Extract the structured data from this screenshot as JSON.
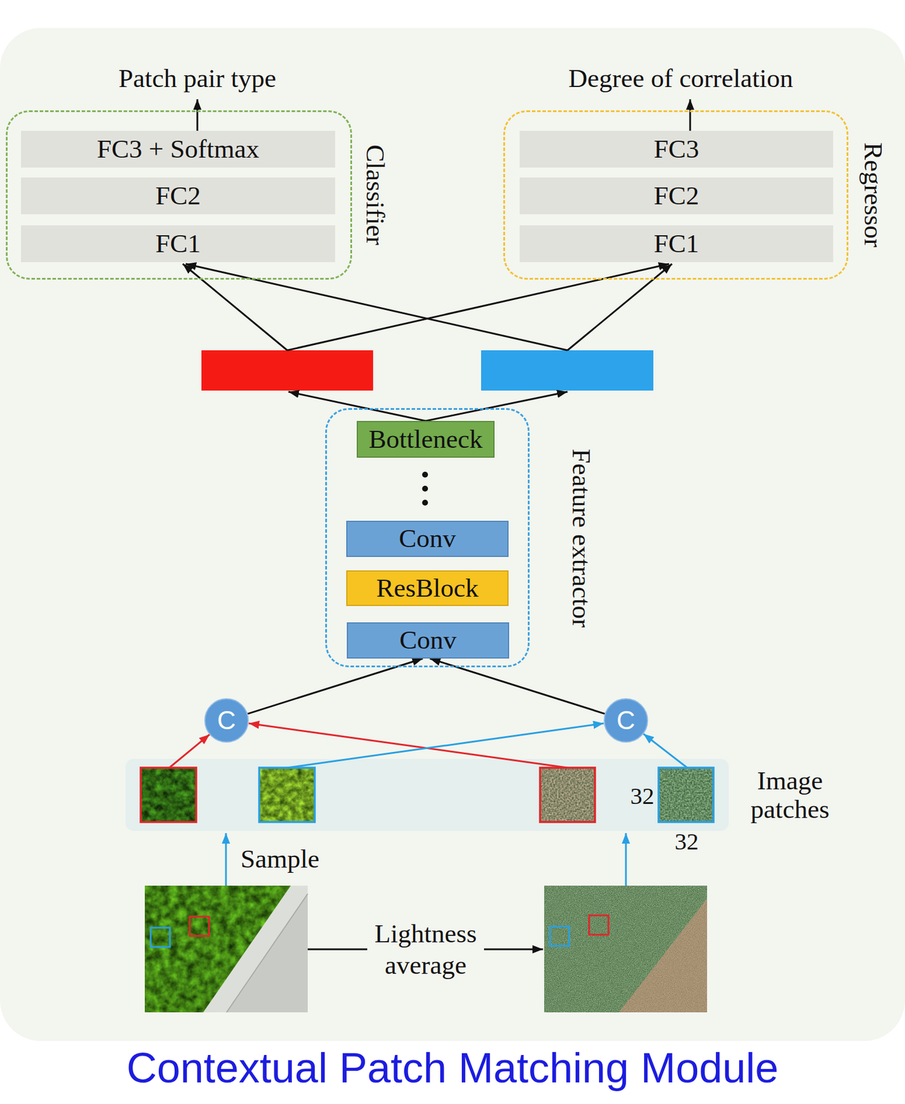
{
  "diagram": {
    "caption": "Contextual Patch Matching Module",
    "nodes": [
      {
        "text": [
          "Classifier"
        ]
      },
      {
        "text": [
          "FC3 + Softmax"
        ],
        "in": 0
      },
      {
        "text": [
          "FC2"
        ],
        "in": 0
      },
      {
        "text": [
          "FC1"
        ],
        "in": 0
      },
      {
        "text": [
          "Regressor"
        ]
      },
      {
        "text": [
          "FC3"
        ],
        "in": 4
      },
      {
        "text": [
          "FC2"
        ],
        "in": 4
      },
      {
        "text": [
          "FC1"
        ],
        "in": 4
      },
      {
        "text": [
          "Feature extractor"
        ]
      },
      {
        "text": [
          "Bottleneck"
        ],
        "in": 8
      },
      {
        "text": [
          "Conv"
        ],
        "in": 8
      },
      {
        "text": [
          "ResBlock"
        ],
        "in": 8
      },
      {
        "text": [
          "Conv"
        ],
        "in": 8
      },
      {
        "text": [
          "C"
        ]
      },
      {
        "text": [
          "C"
        ]
      },
      {
        "text": [
          "Image patches"
        ]
      }
    ],
    "edges": [
      {
        "from": 13,
        "to": 12,
        "arrow": "to"
      },
      {
        "from": 14,
        "to": 12,
        "arrow": "to"
      }
    ],
    "labels": [
      "Patch pair type",
      "Degree of correlation",
      "32",
      "32",
      "Sample",
      "Lightness average"
    ]
  }
}
